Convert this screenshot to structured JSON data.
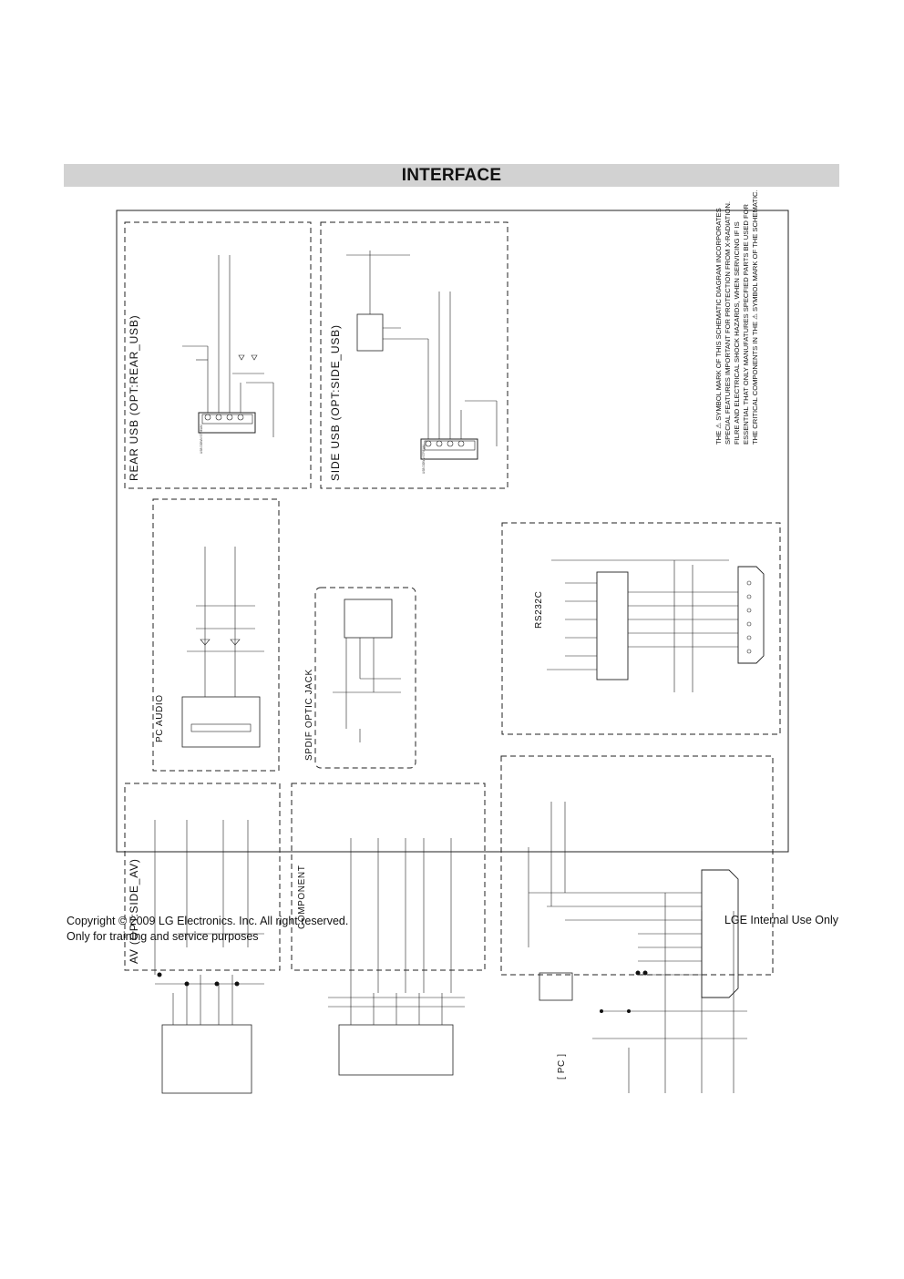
{
  "header": {
    "title": "INTERFACE"
  },
  "sections": {
    "rear_usb": "REAR USB (OPT:REAR_USB)",
    "side_usb": "SIDE USB (OPT:SIDE_USB)",
    "pc_audio": "PC AUDIO",
    "spdif": "SPDIF OPTIC JACK",
    "rs232c": "RS232C",
    "av": "AV (OPT:SIDE_AV)",
    "component": "COMPONENT",
    "pc": "[ PC ]"
  },
  "connectors": {
    "rear_usb_jack": "USB DOWN STREAM",
    "side_usb_jack": "USB DOWN STREAM"
  },
  "safety_note": [
    "THE ⚠ SYMBOL MARK OF THIS SCHEMATIC DIAGRAM INCORPORATES",
    "SPECIAL FEATURES IMPORTANT FOR PROTECTION FROM X-RADIATION.",
    "FILRE AND ELECTRICAL SHOCK HAZARDS, WHEN SERVICING IF IS",
    "ESSENTIAL THAT ONLY MANUFATURES SPECFIED PARTS BE USED FOR",
    "THE CRITICAL COMPONENTS IN THE ⚠ SYMBOL MARK OF THE SCHEMATIC."
  ],
  "footer": {
    "copyright": "Copyright © 2009 LG Electronics. Inc. All right reserved.",
    "training": "Only for training and service purposes",
    "internal": "LGE Internal Use Only"
  }
}
